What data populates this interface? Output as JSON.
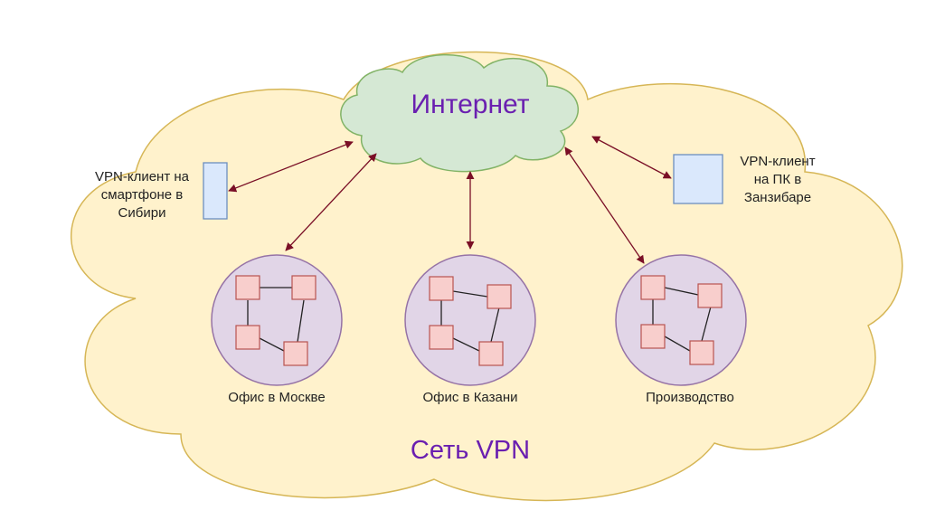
{
  "title_internet": "Интернет",
  "title_network": "Сеть VPN",
  "client_siberia": {
    "label_lines": [
      "VPN-клиент на",
      "смартфоне в",
      "Сибири"
    ]
  },
  "client_zanzibar": {
    "label_lines": [
      "VPN-клиент",
      "на ПК в",
      "Занзибаре"
    ]
  },
  "offices": [
    {
      "label": "Офис в Москве"
    },
    {
      "label": "Офис в Казани"
    },
    {
      "label": "Производство"
    }
  ],
  "colors": {
    "outer_cloud_fill": "#fff2cc",
    "outer_cloud_stroke": "#d6b656",
    "internet_cloud_fill": "#d5e8d4",
    "internet_cloud_stroke": "#82b366",
    "office_fill": "#e1d5e7",
    "office_stroke": "#9673a6",
    "node_fill": "#f8cecc",
    "node_stroke": "#b85450",
    "client_fill": "#dae8fc",
    "client_stroke": "#6c8ebf",
    "arrow": "#7a0f26",
    "title_text": "#6a1fb0"
  }
}
